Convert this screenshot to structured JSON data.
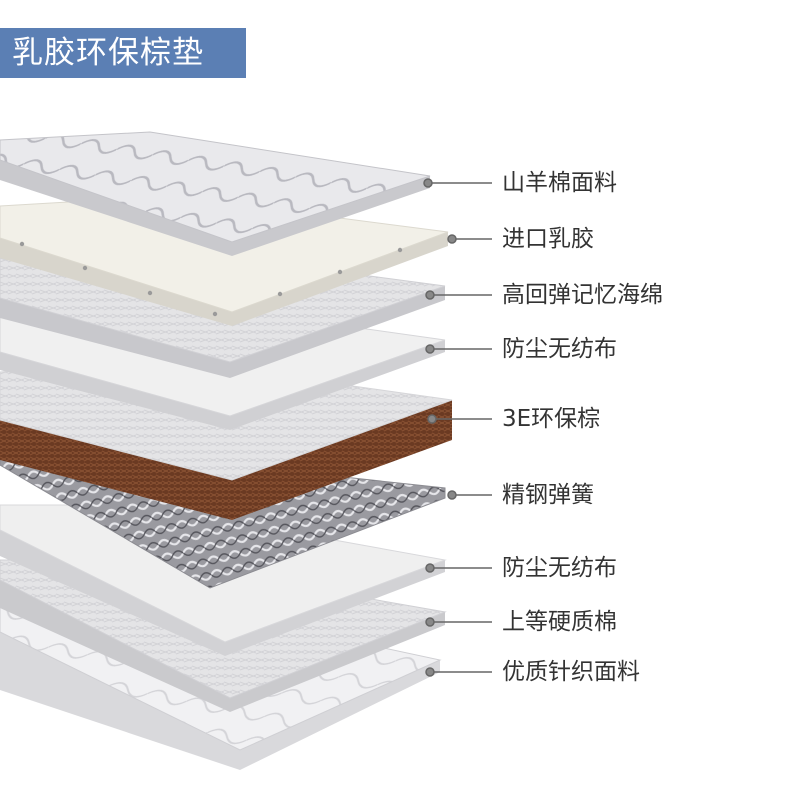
{
  "title": "乳胶环保棕垫",
  "colors": {
    "title_bg": "#5b7fb4",
    "coir": "#6b3a22",
    "leader": "#666666"
  },
  "layers": [
    {
      "name": "quilted-fabric-top",
      "label": "山羊棉面料"
    },
    {
      "name": "latex",
      "label": "进口乳胶"
    },
    {
      "name": "memory-foam",
      "label": "高回弹记忆海绵"
    },
    {
      "name": "non-woven-1",
      "label": "防尘无纺布"
    },
    {
      "name": "coir",
      "label": "3E环保棕"
    },
    {
      "name": "spring",
      "label": "精钢弹簧"
    },
    {
      "name": "non-woven-2",
      "label": "防尘无纺布"
    },
    {
      "name": "hard-cotton",
      "label": "上等硬质棉"
    },
    {
      "name": "knit-fabric-bottom",
      "label": "优质针织面料"
    }
  ]
}
